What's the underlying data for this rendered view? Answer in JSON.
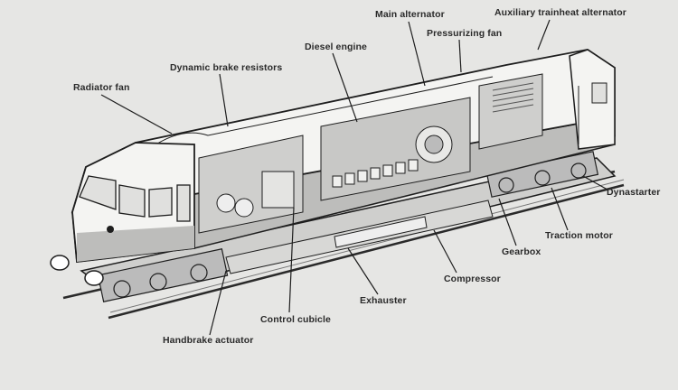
{
  "diagram": {
    "subject": "Diesel-electric locomotive cutaway",
    "colors": {
      "background": "#e6e6e4",
      "body_light": "#f4f4f2",
      "body_stripe": "#bdbdbb",
      "ink": "#1e1e1e"
    },
    "labels": [
      {
        "id": "main-alternator",
        "text": "Main alternator"
      },
      {
        "id": "auxiliary-trainheat-alternator",
        "text": "Auxiliary trainheat alternator"
      },
      {
        "id": "pressurizing-fan",
        "text": "Pressurizing fan"
      },
      {
        "id": "diesel-engine",
        "text": "Diesel engine"
      },
      {
        "id": "dynamic-brake-resistors",
        "text": "Dynamic brake resistors"
      },
      {
        "id": "radiator-fan",
        "text": "Radiator fan"
      },
      {
        "id": "dynastarter",
        "text": "Dynastarter"
      },
      {
        "id": "traction-motor",
        "text": "Traction motor"
      },
      {
        "id": "gearbox",
        "text": "Gearbox"
      },
      {
        "id": "compressor",
        "text": "Compressor"
      },
      {
        "id": "exhauster",
        "text": "Exhauster"
      },
      {
        "id": "control-cubicle",
        "text": "Control cubicle"
      },
      {
        "id": "handbrake-actuator",
        "text": "Handbrake actuator"
      }
    ]
  }
}
